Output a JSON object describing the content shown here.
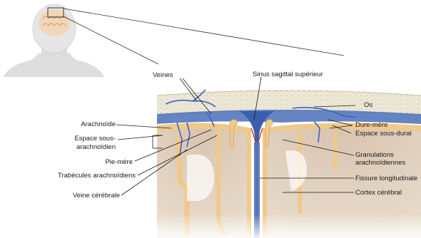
{
  "labels": {
    "veines": "Veines",
    "sinus": "Sinus sagittal supérieur",
    "os": "Os",
    "arachnoide": "Arachnoïde",
    "espace_sous_arach_1": "Espace sous-",
    "espace_sous_arach_2": "arachnoïdien",
    "dure_mere": "Dure-mère",
    "espace_sous_dural": "Espace sous-dural",
    "pie_mere": "Pie-mère",
    "granulations_1": "Granulations",
    "granulations_2": "arachnoïdiennes",
    "trabecules": "Trabécules arachnoïdiens",
    "fissure": "Fissure longitudinale",
    "veine_cerebrale": "Veine cérébrale",
    "cortex": "Cortex cérébral"
  },
  "colors": {
    "bone": "#ece7d6",
    "dura": "#4a6fb8",
    "arachnoid": "#f0c98a",
    "cortex": "#d8c3ae",
    "white_matter": "#ffffff",
    "vein": "#3b63c4",
    "line": "#1a1a1a"
  }
}
